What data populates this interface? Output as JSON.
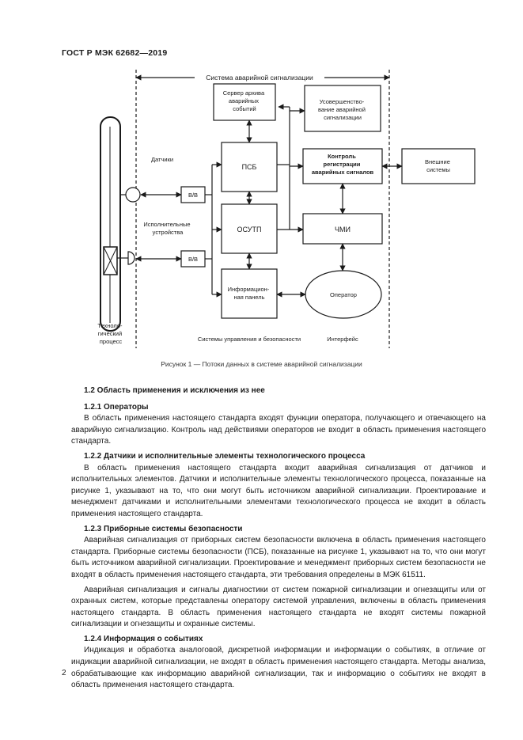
{
  "header": {
    "doc_id": "ГОСТ Р МЭК 62682—2019"
  },
  "diagram": {
    "top_label": "Система аварийной сигнализации",
    "boxes": {
      "archive": [
        "Сервер архива",
        "аварийных",
        "событий"
      ],
      "improvement": [
        "Усовершенство-",
        "вание аварийной",
        "сигнализации"
      ],
      "psb": "ПСБ",
      "control": [
        "Контроль",
        "регистрации",
        "аварийных сигналов"
      ],
      "external": [
        "Внешние",
        "системы"
      ],
      "bpcs": "ОСУТП",
      "hmi": "ЧМИ",
      "io1": "В/В",
      "io2": "В/В",
      "infopanel": [
        "Информацион-",
        "ная панель"
      ],
      "operator": "Оператор"
    },
    "labels": {
      "sensors": "Датчики",
      "actuators": [
        "Исполнительные",
        "устройства"
      ],
      "process": [
        "Техноло-",
        "гический",
        "процесс"
      ],
      "control_systems": "Системы управления и безопасности",
      "interface": "Интерфейс"
    }
  },
  "caption": "Рисунок 1 — Потоки данных в системе аварийной сигнализации",
  "section": {
    "title": "1.2 Область применения и исключения из нее",
    "s121_title": "1.2.1 Операторы",
    "s121_p1": "В область применения настоящего стандарта входят функции оператора, получающего и отвечающего на аварийную сигнализацию. Контроль над действиями операторов не входит в область применения настоящего стандарта.",
    "s122_title": "1.2.2 Датчики и исполнительные элементы технологического процесса",
    "s122_p1": "В область применения настоящего стандарта входит аварийная сигнализация от датчиков и исполнительных элементов. Датчики и исполнительные элементы технологического процесса, показанные на рисунке 1, указывают на то, что они могут быть источником аварийной сигнализации. Проектирование и менеджмент датчиками и исполнительными элементами технологического процесса не входит в область применения настоящего стандарта.",
    "s123_title": "1.2.3 Приборные системы безопасности",
    "s123_p1": "Аварийная сигнализация от приборных систем безопасности включена в область применения настоящего стандарта. Приборные системы безопасности (ПСБ), показанные на рисунке 1, указывают на то, что они могут быть источником аварийной сигнализации. Проектирование и менеджмент приборных систем безопасности не входят в область применения настоящего стандарта, эти требования определены в МЭК 61511.",
    "s123_p2": "Аварийная сигнализация и сигналы диагностики от систем пожарной сигнализации и огнезащиты или от охранных систем, которые представлены оператору системой управления, включены в область применения настоящего стандарта. В область применения настоящего стандарта не входят системы пожарной сигнализации и огнезащиты и охранные системы.",
    "s124_title": "1.2.4 Информация о событиях",
    "s124_p1": "Индикация и обработка аналоговой, дискретной информации и информации о событиях, в отличие от индикации аварийной сигнализации, не входят в область применения настоящего стандарта. Методы анализа, обрабатывающие как информацию аварийной сигнализации, так и информацию о событиях не входят в область применения настоящего стандарта."
  },
  "page_number": "2"
}
